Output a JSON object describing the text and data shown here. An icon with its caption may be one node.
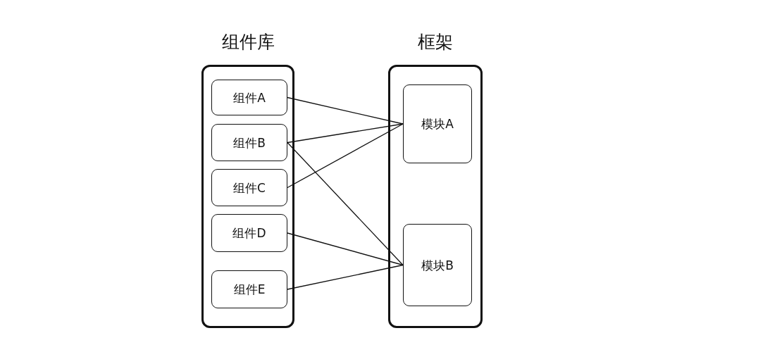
{
  "diagram": {
    "nodes": [
      {
        "text": [
          "组件库"
        ]
      },
      {
        "text": [
          "组件A"
        ],
        "in": 0
      },
      {
        "text": [
          "组件B"
        ],
        "in": 0
      },
      {
        "text": [
          "组件C"
        ],
        "in": 0
      },
      {
        "text": [
          "组件D"
        ],
        "in": 0
      },
      {
        "text": [
          "组件E"
        ],
        "in": 0
      },
      {
        "text": [
          "框架"
        ]
      },
      {
        "text": [
          "模块A"
        ],
        "in": 6
      },
      {
        "text": [
          "模块B"
        ],
        "in": 6
      }
    ],
    "edges": [
      {
        "from": 1,
        "to": 7,
        "arrow": "none"
      },
      {
        "from": 2,
        "to": 7,
        "arrow": "none"
      },
      {
        "from": 3,
        "to": 7,
        "arrow": "none"
      },
      {
        "from": 2,
        "to": 8,
        "arrow": "none"
      },
      {
        "from": 4,
        "to": 8,
        "arrow": "none"
      },
      {
        "from": 5,
        "to": 8,
        "arrow": "none"
      }
    ]
  }
}
